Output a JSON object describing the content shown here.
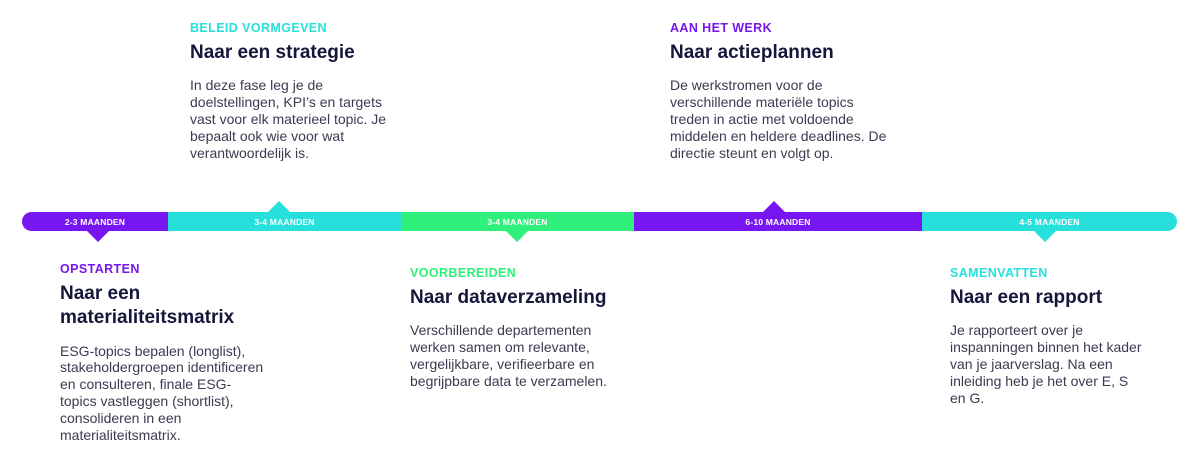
{
  "colors": {
    "purple": "#7716f0",
    "cyan": "#27e0dc",
    "green": "#2ff07b",
    "title": "#15173a",
    "text": "#3a3b50"
  },
  "phases": [
    {
      "label": "OPSTARTEN",
      "title": "Naar een materialiteitsmatrix",
      "description": "ESG-topics bepalen (longlist), stakeholdergroepen identificeren en consulteren, finale ESG-topics vastleggen (shortlist), consolideren in een materialiteitsmatrix."
    },
    {
      "label": "BELEID VORMGEVEN",
      "title": "Naar een strategie",
      "description": "In deze fase leg je de doelstellingen, KPI’s en targets vast voor elk materieel topic. Je bepaalt ook wie voor wat verantwoordelijk is."
    },
    {
      "label": "VOORBEREIDEN",
      "title": "Naar dataverzameling",
      "description": "Verschillende departementen werken samen om relevante, vergelijkbare, verifieerbare en begrijpbare data te verzamelen."
    },
    {
      "label": "AAN HET WERK",
      "title": "Naar actieplannen",
      "description": "De werkstromen voor de verschillende materiële topics treden in actie met voldoende middelen en heldere deadlines. De directie steunt en volgt op."
    },
    {
      "label": "SAMENVATTEN",
      "title": "Naar een rapport",
      "description": "Je rapporteert over je inspanningen binnen het kader van je jaarverslag. Na een inleiding heb je het over E, S en G."
    }
  ],
  "timeline": [
    {
      "duration": "2-3 MAANDEN",
      "color": "#7716f0"
    },
    {
      "duration": "3-4 MAANDEN",
      "color": "#27e0dc"
    },
    {
      "duration": "3-4 MAANDEN",
      "color": "#2ff07b"
    },
    {
      "duration": "6-10 MAANDEN",
      "color": "#7716f0"
    },
    {
      "duration": "4-5 MAANDEN",
      "color": "#27e0dc"
    }
  ]
}
